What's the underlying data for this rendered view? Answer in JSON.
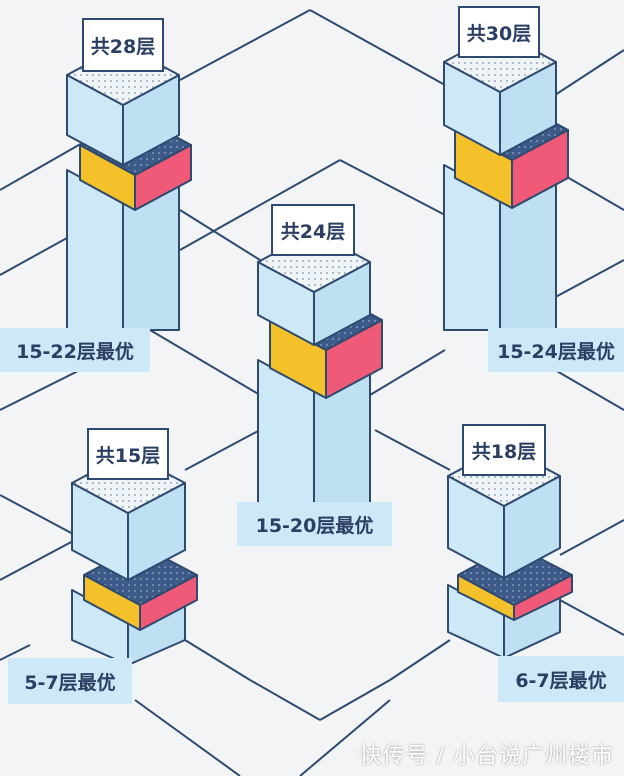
{
  "buildings": [
    {
      "total_label": "共28层",
      "optimal_label": "15-22层最优"
    },
    {
      "total_label": "共30层",
      "optimal_label": "15-24层最优"
    },
    {
      "total_label": "共24层",
      "optimal_label": "15-20层最优"
    },
    {
      "total_label": "共15层",
      "optimal_label": "5-7层最优"
    },
    {
      "total_label": "共18层",
      "optimal_label": "6-7层最优"
    }
  ],
  "watermark": "快传号 / 小台说广州楼市",
  "colors": {
    "background": "#f3f4f6",
    "grid_line": "#2f4a6f",
    "building_face": "#cde8f7",
    "building_side": "#bfe0f3",
    "outline": "#2f4a6f",
    "highlight_front": "#f5c12a",
    "highlight_side": "#ee5a78",
    "highlight_top": "#3d5a88"
  }
}
